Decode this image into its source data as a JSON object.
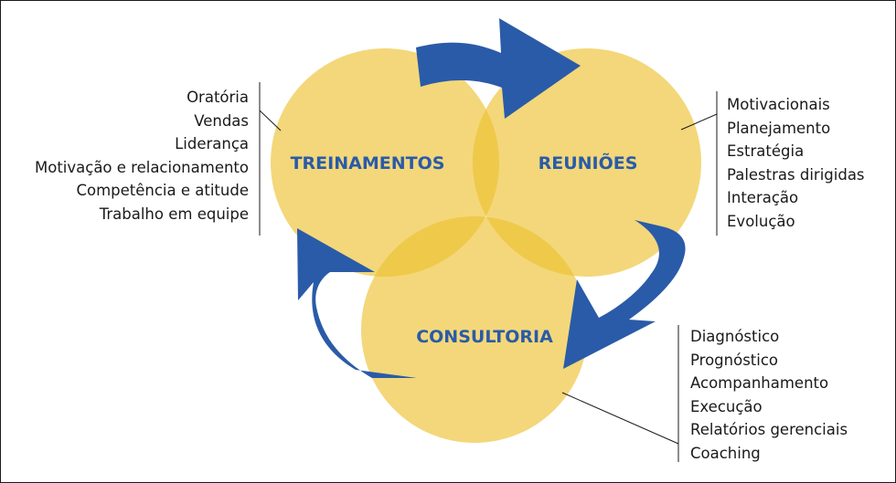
{
  "colors": {
    "circle_fill": "#f3d77a",
    "overlap_fill": "#efc94a",
    "arrow": "#2a5ba8",
    "label": "#2a5ba8",
    "text": "#1a1a1a",
    "line": "#1a1a1a"
  },
  "circles": {
    "left": {
      "label": "TREINAMENTOS"
    },
    "right": {
      "label": "REUNIÕES"
    },
    "bottom": {
      "label": "CONSULTORIA"
    }
  },
  "lists": {
    "treinamentos": [
      "Oratória",
      "Vendas",
      "Liderança",
      "Motivação e relacionamento",
      "Competência e atitude",
      "Trabalho em equipe"
    ],
    "reunioes": [
      "Motivacionais",
      "Planejamento",
      "Estratégia",
      "Palestras dirigidas",
      "Interação",
      "Evolução"
    ],
    "consultoria": [
      "Diagnóstico",
      "Prognóstico",
      "Acompanhamento",
      "Execução",
      "Relatórios gerenciais",
      "Coaching"
    ]
  }
}
